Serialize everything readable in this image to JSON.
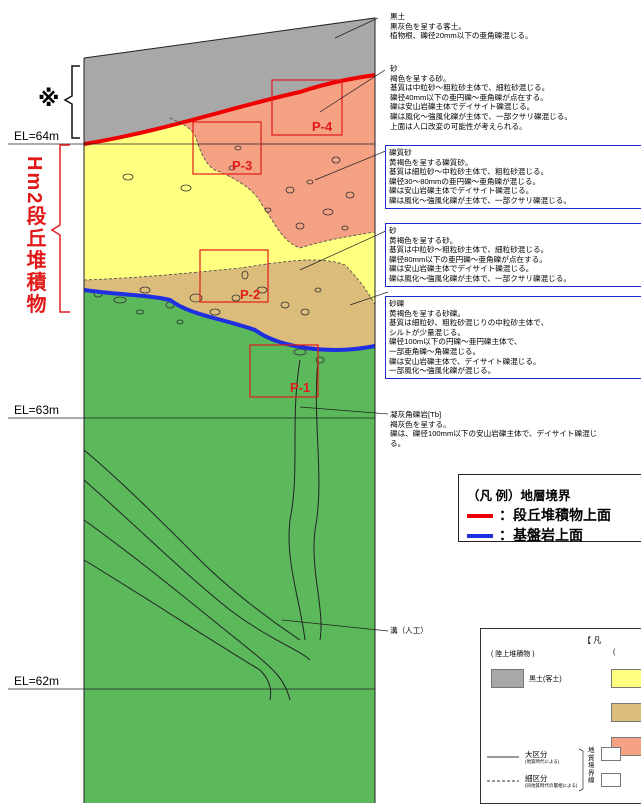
{
  "levels": {
    "el64": "EL=64m",
    "el63": "EL=63m",
    "el62": "EL=62m"
  },
  "side_title": "Hm2段丘堆積物",
  "asterisk": "※",
  "samples": [
    "P-1",
    "P-2",
    "P-3",
    "P-4"
  ],
  "annotations": {
    "topsoil": "黒土\n黒灰色を呈する客土。\n植物根、礫径20mm以下の亜角礫混じる。",
    "sand_upper": "砂\n褐色を呈する砂。\n基質は中粒砂～粗粒砂主体で、細粒砂混じる。\n礫径40mm以下の亜円礫～亜角礫が点在する。\n礫は安山岩礫主体でデイサイト礫混じる。\n礫は風化～強風化礫が主体で、一部クサリ礫混じる。\n上面は人口改変の可能性が考えられる。",
    "gravelly_sand": "礫質砂\n黄褐色を呈する礫質砂。\n基質は細粒砂～中粒砂主体で、粗粒砂混じる。\n礫径30～80mmの亜円礫～亜角礫が混じる。\n礫は安山岩礫主体でデイサイト礫混じる。\n礫は風化～強風化礫が主体で、一部クサリ礫混じる。",
    "sand_lower": "砂\n黄褐色を呈する砂。\n基質は中粒砂～粗粒砂主体で、細粒砂混じる。\n礫径80mm以下の亜円礫～亜角礫が点在する。\n礫は安山岩礫主体でデイサイト礫混じる。\n礫は風化～強風化礫が主体で、一部クサリ礫混じる。",
    "sandy_gravel": "砂礫\n黄褐色を呈する砂礫。\n基質は細粒砂、粗粒砂混じりの中粒砂主体で、\nシルトが少量混じる。\n礫径100m以下の円礫～亜円礫主体で、\n一部亜角礫～角礫混じる。\n礫は安山岩礫主体で、デイサイト礫混じる。\n一部風化～強風化礫が混じる。",
    "tuff_breccia": "凝灰角礫岩[Tb]\n褐灰色を呈する。\n礫は、礫径100mm以下の安山岩礫主体で、デイサイト礫混じる。",
    "trench": "溝（人工）"
  },
  "boundary_legend": {
    "title": "（凡 例）地層境界",
    "terrace": "：段丘堆積物上面",
    "bedrock": "：基盤岩上面",
    "terrace_color": "#ee0000",
    "bedrock_color": "#1f2fe0"
  },
  "unit_key": {
    "title": "【 凡",
    "land_deposits": "( 陸上堆積物 )",
    "right_col": "(",
    "topsoil": "黒土(客土)",
    "major": "大区分",
    "major_sub": "(地質時代による)",
    "minor": "細区分",
    "minor_sub": "(同地質時代の層相による)",
    "bracket": "地質境界線"
  },
  "colors": {
    "topsoil": "#a8a8a8",
    "sand_upper": "#f5a184",
    "sand_lower": "#ffff80",
    "sandy_gravel": "#dcbc7a",
    "bedrock": "#5bb85b"
  }
}
